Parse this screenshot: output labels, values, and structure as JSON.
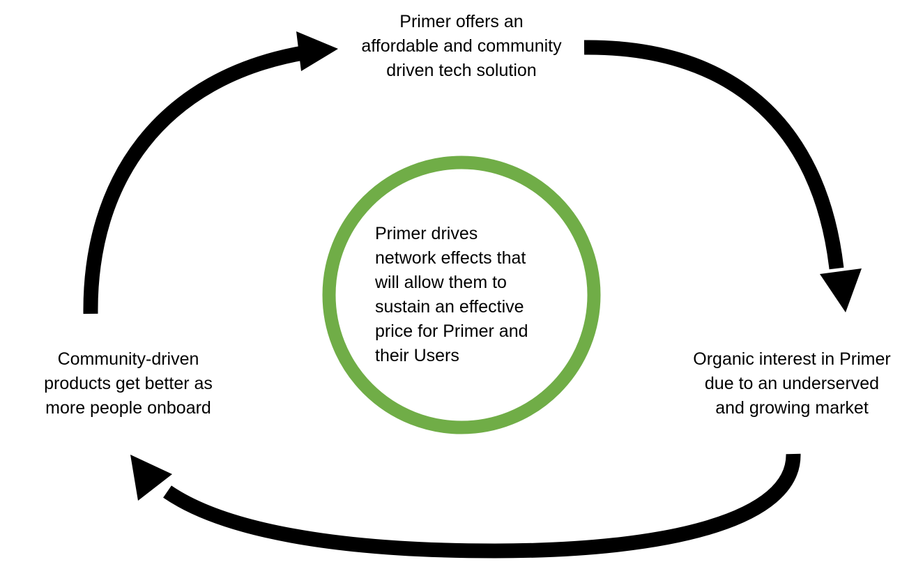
{
  "diagram": {
    "colors": {
      "arrow": "#000000",
      "center_ring": "#70AD47",
      "background": "#ffffff"
    },
    "center": {
      "text": "Primer drives\nnetwork effects that\nwill allow them to\nsustain an effective\nprice for Primer and\ntheir Users"
    },
    "steps": [
      {
        "id": "top",
        "text": "Primer offers an\naffordable and community\ndriven tech solution"
      },
      {
        "id": "right",
        "text": "Organic interest in Primer\ndue to an underserved\nand growing market"
      },
      {
        "id": "left",
        "text": "Community-driven\nproducts get better as\nmore people onboard"
      }
    ],
    "flow": [
      "top",
      "right",
      "left",
      "top"
    ]
  }
}
